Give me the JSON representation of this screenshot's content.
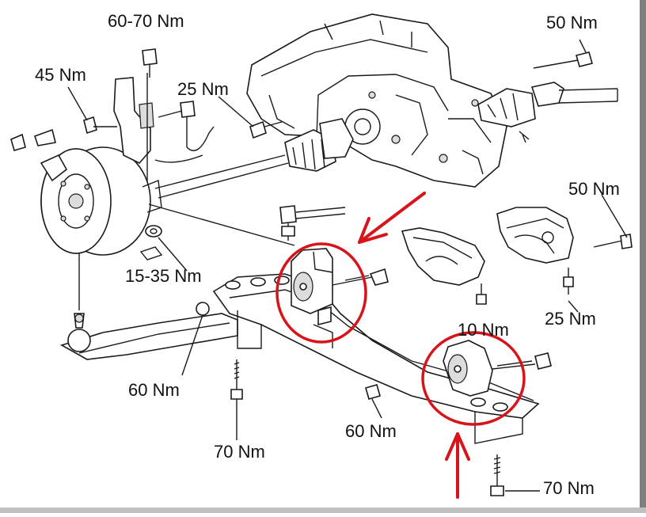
{
  "labels": {
    "l_60_70": "60-70 Nm",
    "l_45": "45 Nm",
    "l_25_top": "25 Nm",
    "l_50_top": "50 Nm",
    "l_50_right": "50 Nm",
    "l_15_35": "15-35 Nm",
    "l_10": "10 Nm",
    "l_25_right": "25 Nm",
    "l_60_left": "60 Nm",
    "l_60_mid": "60 Nm",
    "l_70_left": "70 Nm",
    "l_70_right": "70 Nm"
  },
  "colors": {
    "highlight": "#d8141b",
    "ink": "#1a1a1a"
  }
}
